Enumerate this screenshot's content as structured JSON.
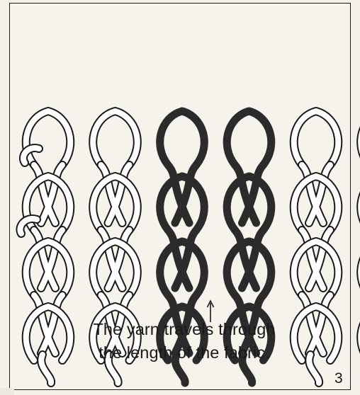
{
  "figure": {
    "caption_line_1": "The yarn travels through",
    "caption_line_2": "the length of the fabric.",
    "page_number": "3"
  },
  "knit": {
    "columns": 6,
    "rows": 3,
    "highlighted_columns": [
      3,
      4
    ],
    "yarn_color": "#ffffff",
    "outline_color": "#1a1a1a",
    "highlight_color": "#2b2b2b"
  },
  "pointer": {
    "icon": "arrow-up-icon"
  }
}
